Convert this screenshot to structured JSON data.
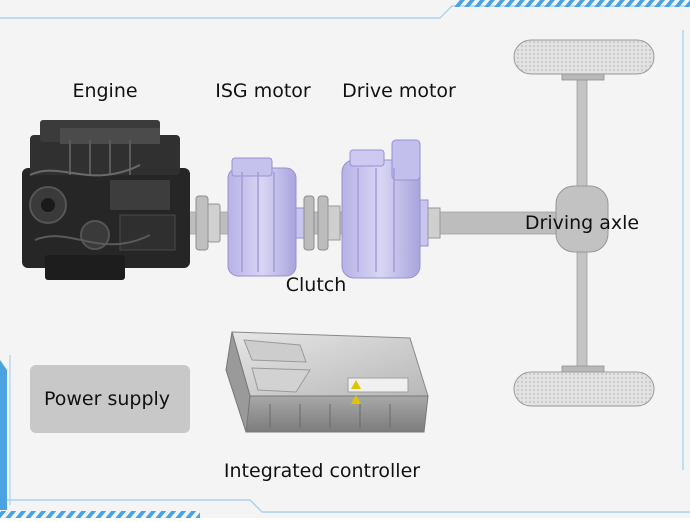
{
  "labels": {
    "engine": "Engine",
    "isg_motor": "ISG motor",
    "drive_motor": "Drive motor",
    "clutch": "Clutch",
    "driving_axle": "Driving axle",
    "power_supply": "Power supply",
    "integrated_controller": "Integrated controller"
  },
  "colors": {
    "background": "#f4f4f4",
    "frame_accent": "#4aa3e0",
    "motor": "#c9c6ee",
    "motor_dark": "#a9a5da",
    "shaft": "#b3b3b3",
    "power_supply_box": "#c8c8c8",
    "engine": "#2a2a2a"
  }
}
